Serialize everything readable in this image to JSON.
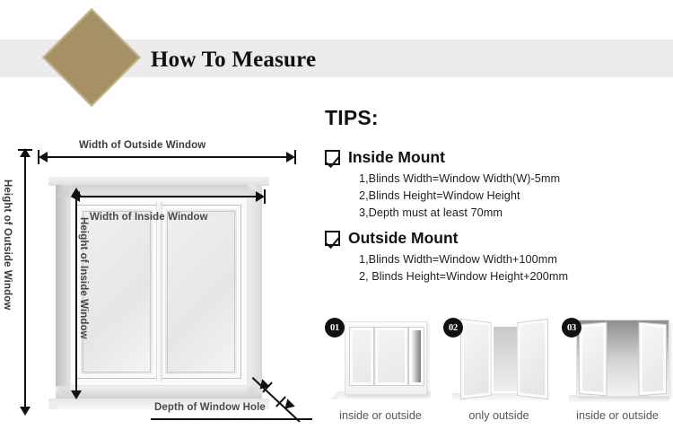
{
  "header": {
    "title": "How To Measure",
    "band_color": "#ebebeb",
    "diamond_color": "#a79268",
    "diamond_border_color": "#c6b693"
  },
  "diagram": {
    "labels": {
      "width_outside": "Width of  Outside Window",
      "width_inside": "Width of  Inside Window",
      "height_outside": "Height of  Outside Window",
      "height_inside": "Height of  Inside Window",
      "depth": "Depth of  Window Hole"
    }
  },
  "tips": {
    "title": "TIPS:",
    "sections": [
      {
        "heading": "Inside Mount",
        "checkbox_icon": "checked-box-icon",
        "lines": [
          "1,Blinds Width=Window Width(W)-5mm",
          "2,Blinds Height=Window Height",
          "3,Depth must at least 70mm"
        ]
      },
      {
        "heading": "Outside Mount",
        "checkbox_icon": "checked-box-icon",
        "lines": [
          "1,Blinds Width=Window Width+100mm",
          "2, Blinds Height=Window Height+200mm"
        ]
      }
    ]
  },
  "window_types": [
    {
      "badge": "01",
      "caption": "inside or outside",
      "art": "sliding-window-icon"
    },
    {
      "badge": "02",
      "caption": "only outside",
      "art": "outward-casement-window-icon"
    },
    {
      "badge": "03",
      "caption": "inside or outside",
      "art": "inward-casement-window-icon"
    }
  ]
}
